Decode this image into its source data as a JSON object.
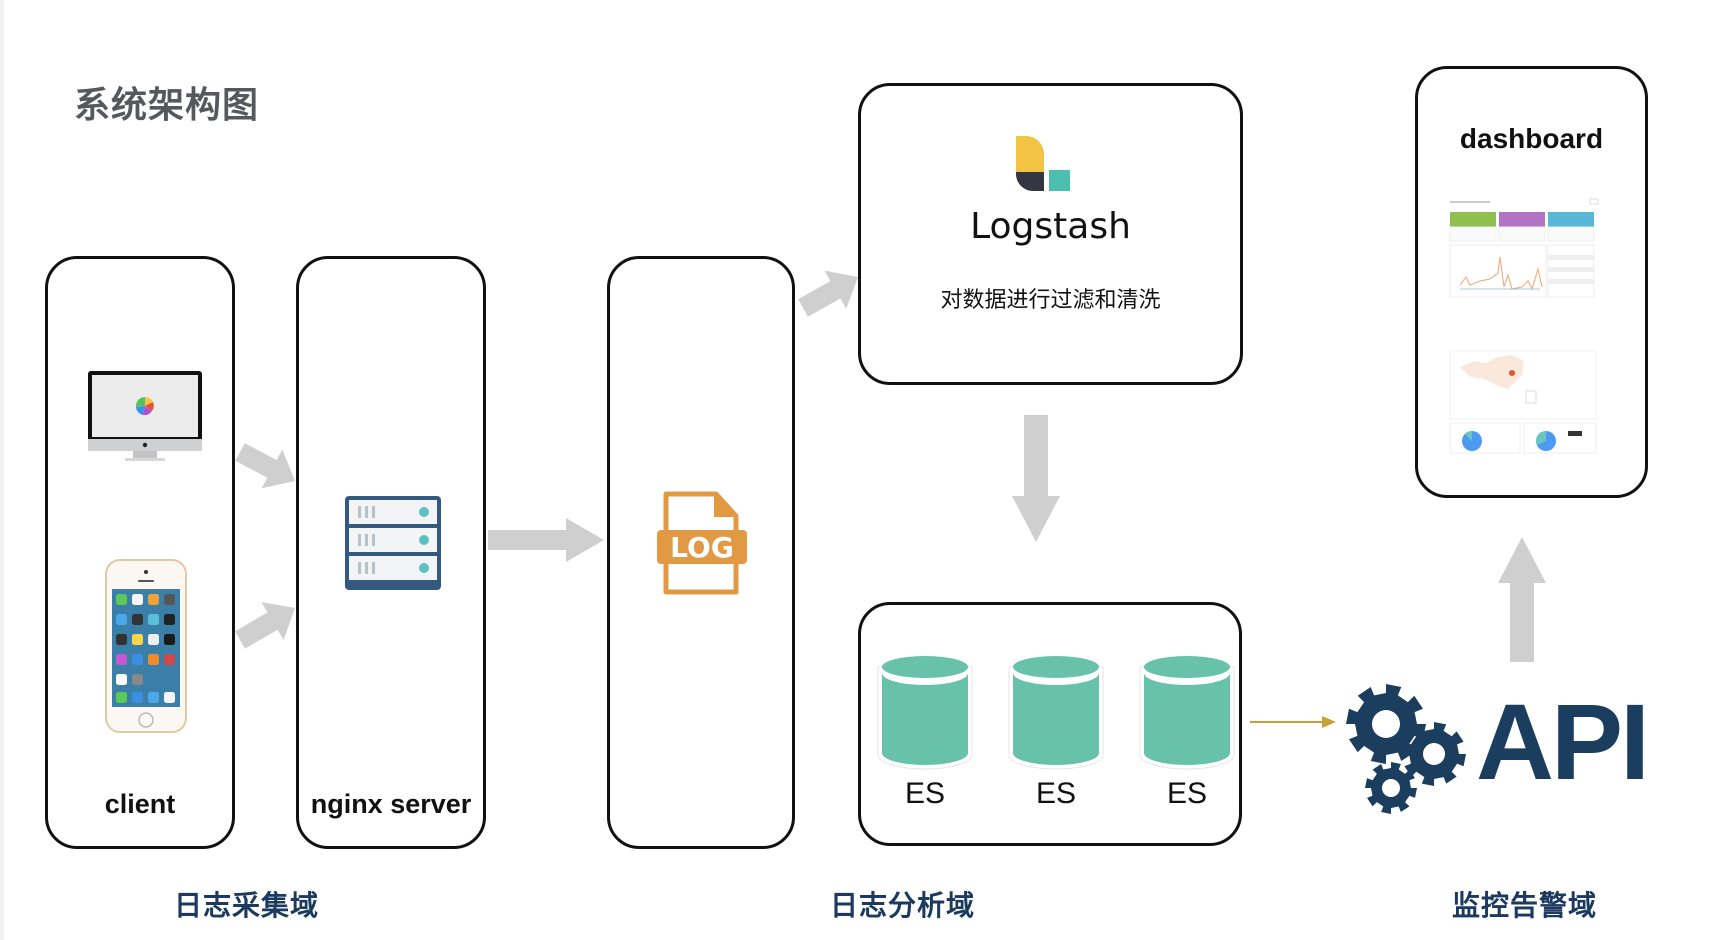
{
  "title": "系统架构图",
  "domains": {
    "collection": "日志采集域",
    "analysis": "日志分析域",
    "monitoring": "监控告警域"
  },
  "nodes": {
    "client": {
      "label": "client",
      "icons": [
        "imac-icon",
        "iphone-icon"
      ]
    },
    "nginx": {
      "label": "nginx server",
      "icon": "server-rack-icon"
    },
    "log": {
      "icon": "log-file-icon",
      "icon_text": "LOG"
    },
    "logstash": {
      "title": "Logstash",
      "description": "对数据进行过滤和清洗",
      "icon": "logstash-logo-icon"
    },
    "es": {
      "items": [
        {
          "label": "ES"
        },
        {
          "label": "ES"
        },
        {
          "label": "ES"
        }
      ],
      "icon": "database-cylinder-icon"
    },
    "api": {
      "label": "API",
      "icon": "gears-icon"
    },
    "dashboard": {
      "title": "dashboard",
      "icon": "dashboard-screenshot-icon"
    }
  },
  "edges": [
    {
      "from": "client",
      "to": "nginx",
      "note": "imac"
    },
    {
      "from": "client",
      "to": "nginx",
      "note": "iphone"
    },
    {
      "from": "nginx",
      "to": "log"
    },
    {
      "from": "log",
      "to": "logstash"
    },
    {
      "from": "logstash",
      "to": "es"
    },
    {
      "from": "es",
      "to": "api"
    },
    {
      "from": "api",
      "to": "dashboard"
    }
  ],
  "colors": {
    "title": "#55585d",
    "domain_label": "#1c3a60",
    "arrow": "#cfcfcf",
    "es_arrow": "#c6a13a",
    "es_cylinder": "#68c1a9",
    "log_icon": "#e19a43",
    "server_icon": "#34597f",
    "api": "#1b3d5e",
    "logstash_yellow": "#f3c444",
    "logstash_dark": "#343741",
    "logstash_teal": "#4dbfb0"
  }
}
